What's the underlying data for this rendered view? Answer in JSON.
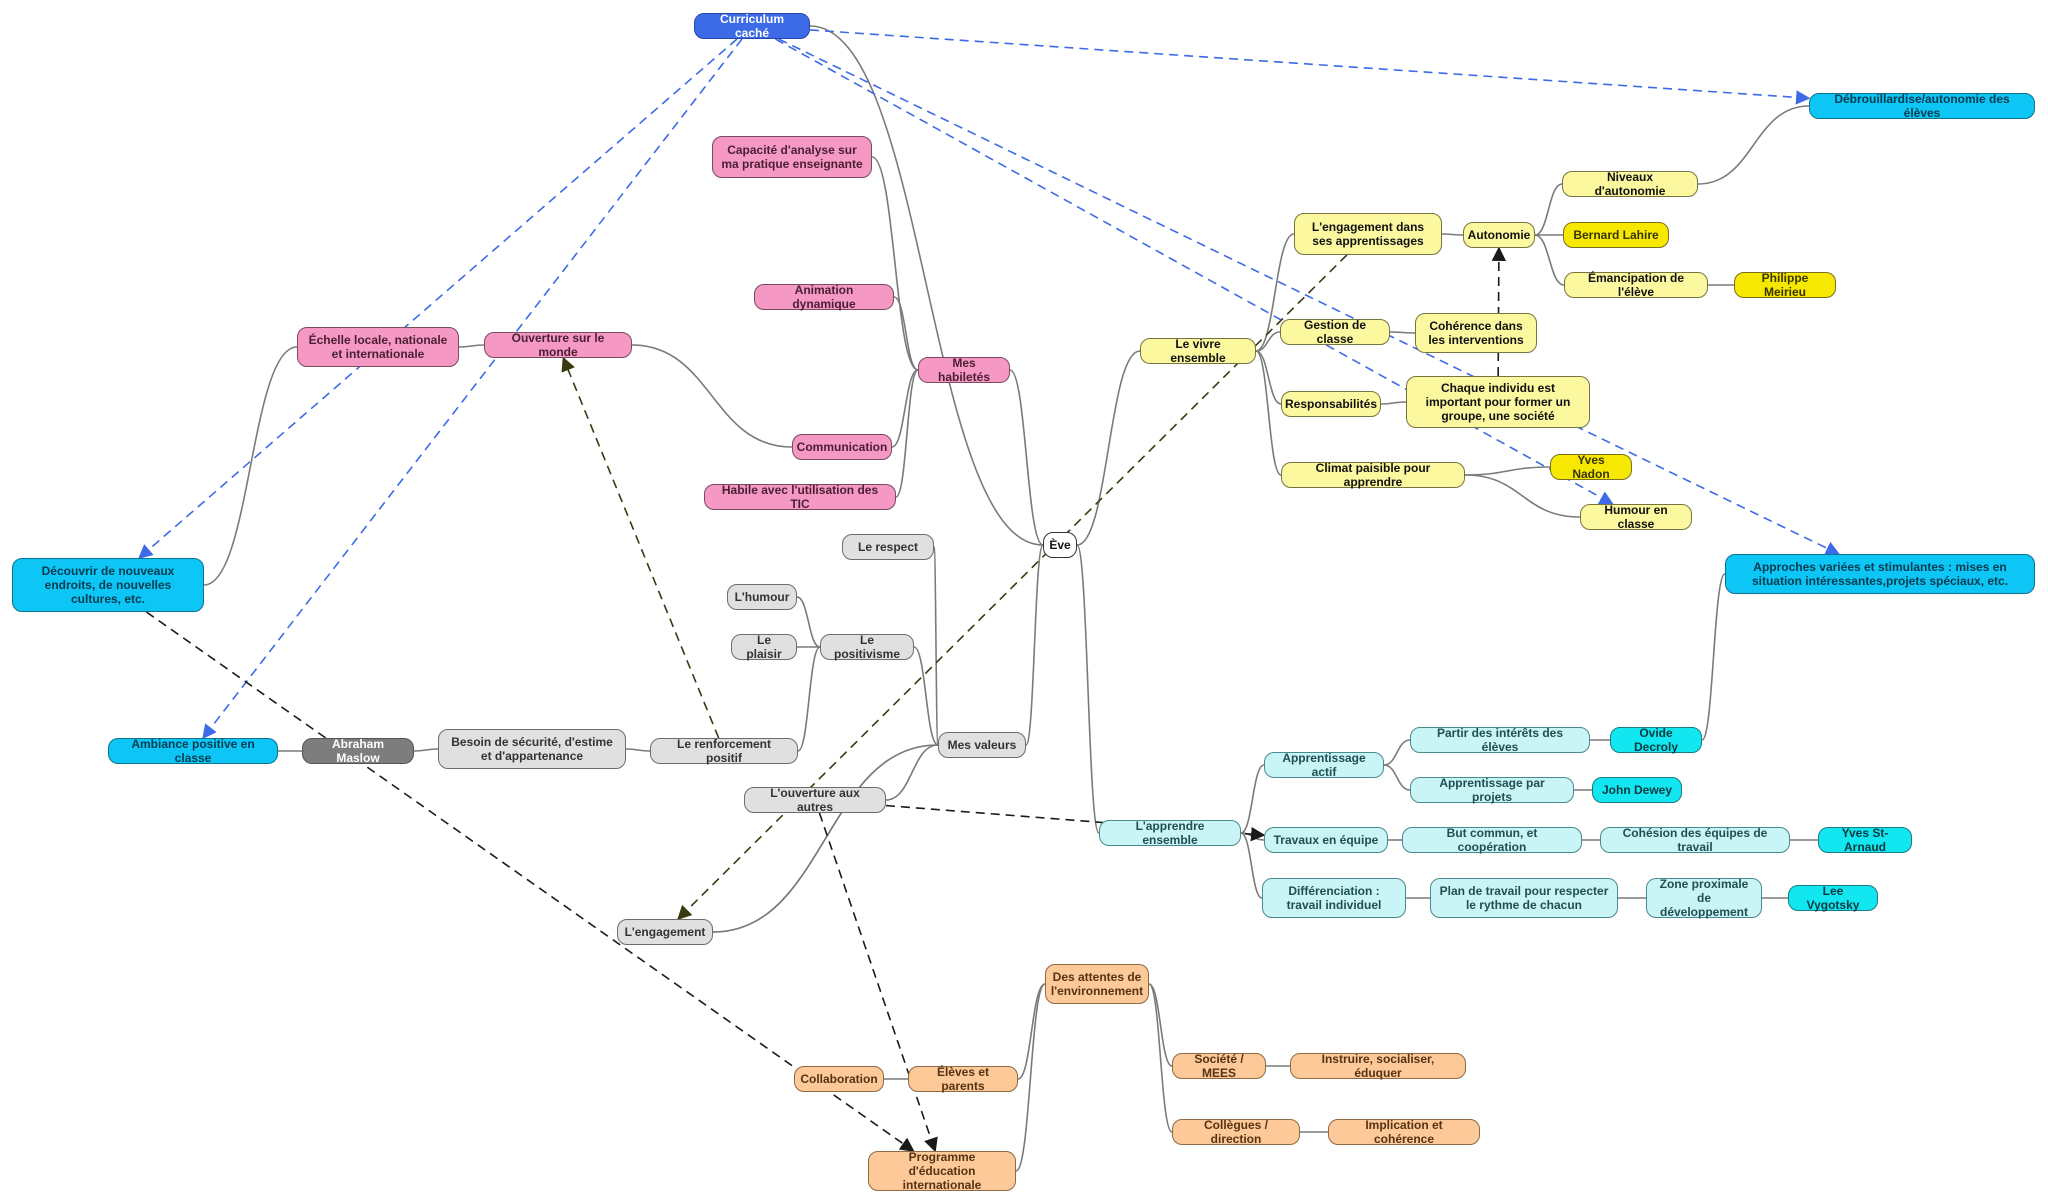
{
  "nodes": [
    {
      "id": "curriculum",
      "label": "Curriculum caché",
      "style": "blue"
    },
    {
      "id": "debrouillardise",
      "label": "Débrouillardise/autonomie des élèves",
      "style": "sky"
    },
    {
      "id": "capacite",
      "label": "Capacité d'analyse sur ma pratique enseignante",
      "style": "pink"
    },
    {
      "id": "animation",
      "label": "Animation dynamique",
      "style": "pink"
    },
    {
      "id": "mes_habiletes",
      "label": "Mes habiletés",
      "style": "pink"
    },
    {
      "id": "communication",
      "label": "Communication",
      "style": "pink"
    },
    {
      "id": "habile_tic",
      "label": "Habile avec l'utilisation  des TIC",
      "style": "pink"
    },
    {
      "id": "ouverture_monde",
      "label": "Ouverture sur le monde",
      "style": "pink"
    },
    {
      "id": "echelle",
      "label": "Échelle locale, nationale et internationale",
      "style": "pink"
    },
    {
      "id": "decouvrir",
      "label": "Découvrir de nouveaux endroits, de nouvelles cultures, etc.",
      "style": "sky"
    },
    {
      "id": "ambiance",
      "label": "Ambiance positive en classe",
      "style": "sky"
    },
    {
      "id": "maslow",
      "label": "Abraham Maslow",
      "style": "darkgray"
    },
    {
      "id": "besoin",
      "label": "Besoin  de sécurité, d'estime et d'appartenance",
      "style": "gray"
    },
    {
      "id": "renforcement",
      "label": "Le renforcement positif",
      "style": "gray"
    },
    {
      "id": "respect",
      "label": "Le respect",
      "style": "gray"
    },
    {
      "id": "humour",
      "label": "L'humour",
      "style": "gray"
    },
    {
      "id": "plaisir",
      "label": "Le plaisir",
      "style": "gray"
    },
    {
      "id": "positivisme",
      "label": "Le positivisme",
      "style": "gray"
    },
    {
      "id": "mes_valeurs",
      "label": "Mes valeurs",
      "style": "gray"
    },
    {
      "id": "ouverture_autres",
      "label": "L'ouverture aux autres",
      "style": "gray"
    },
    {
      "id": "engagement",
      "label": "L'engagement",
      "style": "gray"
    },
    {
      "id": "eve",
      "label": "Ève",
      "style": "white"
    },
    {
      "id": "vivre_ensemble",
      "label": "Le vivre ensemble",
      "style": "yellow"
    },
    {
      "id": "engagement_app",
      "label": "L'engagement dans ses apprentissages",
      "style": "yellow"
    },
    {
      "id": "gestion_classe",
      "label": "Gestion de classe",
      "style": "yellow"
    },
    {
      "id": "responsabilites",
      "label": "Responsabilités",
      "style": "yellow"
    },
    {
      "id": "climat",
      "label": "Climat paisible pour apprendre",
      "style": "yellow"
    },
    {
      "id": "autonomie",
      "label": "Autonomie",
      "style": "yellow"
    },
    {
      "id": "niveaux_auto",
      "label": "Niveaux d'autonomie",
      "style": "yellow"
    },
    {
      "id": "emancipation",
      "label": "Émancipation de l'élève",
      "style": "yellow"
    },
    {
      "id": "lahire",
      "label": "Bernard Lahire",
      "style": "yellowd"
    },
    {
      "id": "meirieu",
      "label": "Philippe Meirieu",
      "style": "yellowd"
    },
    {
      "id": "coherence_interv",
      "label": "Cohérence dans les interventions",
      "style": "yellow"
    },
    {
      "id": "chaque_individu",
      "label": "Chaque individu est important pour former un groupe, une société",
      "style": "yellow"
    },
    {
      "id": "nadon",
      "label": "Yves Nadon",
      "style": "yellowd"
    },
    {
      "id": "humour_classe",
      "label": "Humour en classe",
      "style": "yellow"
    },
    {
      "id": "approches",
      "label": "Approches variées et stimulantes : mises en situation intéressantes,projets spéciaux, etc.",
      "style": "sky"
    },
    {
      "id": "apprendre_ensemble",
      "label": "L'apprendre ensemble",
      "style": "cyanl"
    },
    {
      "id": "apprentissage_actif",
      "label": "Apprentissage actif",
      "style": "cyanl"
    },
    {
      "id": "partir_interets",
      "label": "Partir des intérêts des élèves",
      "style": "cyanl"
    },
    {
      "id": "decroly",
      "label": "Ovide Decroly",
      "style": "cyan"
    },
    {
      "id": "app_projets",
      "label": "Apprentissage par projets",
      "style": "cyanl"
    },
    {
      "id": "dewey",
      "label": "John Dewey",
      "style": "cyan"
    },
    {
      "id": "travaux_equipe",
      "label": "Travaux en équipe",
      "style": "cyanl"
    },
    {
      "id": "but_commun",
      "label": "But commun, et coopération",
      "style": "cyanl"
    },
    {
      "id": "cohesion",
      "label": "Cohésion des équipes de travail",
      "style": "cyanl"
    },
    {
      "id": "starnaud",
      "label": "Yves St-Arnaud",
      "style": "cyan"
    },
    {
      "id": "differenciation",
      "label": "Différenciation : travail individuel",
      "style": "cyanl"
    },
    {
      "id": "plan_travail",
      "label": "Plan de travail pour respecter le rythme de chacun",
      "style": "cyanl"
    },
    {
      "id": "zone_proximale",
      "label": "Zone proximale de développement",
      "style": "cyanl"
    },
    {
      "id": "vygotsky",
      "label": "Lee Vygotsky",
      "style": "cyan"
    },
    {
      "id": "attentes",
      "label": "Des attentes de l'environnement",
      "style": "orange"
    },
    {
      "id": "collaboration",
      "label": "Collaboration",
      "style": "orange"
    },
    {
      "id": "eleves_parents",
      "label": "Élèves et parents",
      "style": "orange"
    },
    {
      "id": "societe_mees",
      "label": "Société / MEES",
      "style": "orange"
    },
    {
      "id": "instruire",
      "label": "Instruire, socialiser, éduquer",
      "style": "orange"
    },
    {
      "id": "collegues",
      "label": "Collègues / direction",
      "style": "orange"
    },
    {
      "id": "implication",
      "label": "Implication et cohérence",
      "style": "orange"
    },
    {
      "id": "programme",
      "label": "Programme d'éducation internationale",
      "style": "orange"
    }
  ],
  "links": [
    {
      "from": "eve",
      "to": "curriculum",
      "kind": "tree"
    },
    {
      "from": "eve",
      "to": "mes_habiletes",
      "kind": "tree"
    },
    {
      "from": "eve",
      "to": "mes_valeurs",
      "kind": "tree"
    },
    {
      "from": "eve",
      "to": "vivre_ensemble",
      "kind": "tree"
    },
    {
      "from": "eve",
      "to": "apprendre_ensemble",
      "kind": "tree"
    },
    {
      "from": "mes_habiletes",
      "to": "capacite",
      "kind": "tree"
    },
    {
      "from": "mes_habiletes",
      "to": "animation",
      "kind": "tree"
    },
    {
      "from": "mes_habiletes",
      "to": "communication",
      "kind": "tree"
    },
    {
      "from": "mes_habiletes",
      "to": "habile_tic",
      "kind": "tree"
    },
    {
      "from": "communication",
      "to": "ouverture_monde",
      "kind": "tree"
    },
    {
      "from": "ouverture_monde",
      "to": "echelle",
      "kind": "tree"
    },
    {
      "from": "echelle",
      "to": "decouvrir",
      "kind": "tree"
    },
    {
      "from": "mes_valeurs",
      "to": "respect",
      "kind": "tree"
    },
    {
      "from": "mes_valeurs",
      "to": "positivisme",
      "kind": "tree"
    },
    {
      "from": "mes_valeurs",
      "to": "ouverture_autres",
      "kind": "tree"
    },
    {
      "from": "mes_valeurs",
      "to": "engagement",
      "kind": "tree"
    },
    {
      "from": "positivisme",
      "to": "humour",
      "kind": "tree"
    },
    {
      "from": "positivisme",
      "to": "plaisir",
      "kind": "tree"
    },
    {
      "from": "positivisme",
      "to": "renforcement",
      "kind": "tree"
    },
    {
      "from": "renforcement",
      "to": "besoin",
      "kind": "tree"
    },
    {
      "from": "besoin",
      "to": "maslow",
      "kind": "tree"
    },
    {
      "from": "maslow",
      "to": "ambiance",
      "kind": "tree"
    },
    {
      "from": "vivre_ensemble",
      "to": "engagement_app",
      "kind": "tree"
    },
    {
      "from": "vivre_ensemble",
      "to": "gestion_classe",
      "kind": "tree"
    },
    {
      "from": "vivre_ensemble",
      "to": "responsabilites",
      "kind": "tree"
    },
    {
      "from": "vivre_ensemble",
      "to": "climat",
      "kind": "tree"
    },
    {
      "from": "engagement_app",
      "to": "autonomie",
      "kind": "tree"
    },
    {
      "from": "autonomie",
      "to": "niveaux_auto",
      "kind": "tree"
    },
    {
      "from": "autonomie",
      "to": "lahire",
      "kind": "tree"
    },
    {
      "from": "autonomie",
      "to": "emancipation",
      "kind": "tree"
    },
    {
      "from": "emancipation",
      "to": "meirieu",
      "kind": "tree"
    },
    {
      "from": "niveaux_auto",
      "to": "debrouillardise",
      "kind": "tree"
    },
    {
      "from": "gestion_classe",
      "to": "coherence_interv",
      "kind": "tree"
    },
    {
      "from": "responsabilites",
      "to": "chaque_individu",
      "kind": "tree"
    },
    {
      "from": "climat",
      "to": "nadon",
      "kind": "tree"
    },
    {
      "from": "climat",
      "to": "humour_classe",
      "kind": "tree"
    },
    {
      "from": "apprendre_ensemble",
      "to": "apprentissage_actif",
      "kind": "tree"
    },
    {
      "from": "apprendre_ensemble",
      "to": "travaux_equipe",
      "kind": "tree"
    },
    {
      "from": "apprendre_ensemble",
      "to": "differenciation",
      "kind": "tree"
    },
    {
      "from": "apprentissage_actif",
      "to": "partir_interets",
      "kind": "tree"
    },
    {
      "from": "apprentissage_actif",
      "to": "app_projets",
      "kind": "tree"
    },
    {
      "from": "partir_interets",
      "to": "decroly",
      "kind": "tree"
    },
    {
      "from": "decroly",
      "to": "approches",
      "kind": "tree"
    },
    {
      "from": "app_projets",
      "to": "dewey",
      "kind": "tree"
    },
    {
      "from": "travaux_equipe",
      "to": "but_commun",
      "kind": "tree"
    },
    {
      "from": "but_commun",
      "to": "cohesion",
      "kind": "tree"
    },
    {
      "from": "cohesion",
      "to": "starnaud",
      "kind": "tree"
    },
    {
      "from": "differenciation",
      "to": "plan_travail",
      "kind": "tree"
    },
    {
      "from": "plan_travail",
      "to": "zone_proximale",
      "kind": "tree"
    },
    {
      "from": "zone_proximale",
      "to": "vygotsky",
      "kind": "tree"
    },
    {
      "from": "engagement",
      "to": "mes_valeurs",
      "kind": "tree"
    },
    {
      "from": "attentes",
      "to": "eleves_parents",
      "kind": "tree"
    },
    {
      "from": "attentes",
      "to": "societe_mees",
      "kind": "tree"
    },
    {
      "from": "attentes",
      "to": "collegues",
      "kind": "tree"
    },
    {
      "from": "attentes",
      "to": "programme",
      "kind": "tree"
    },
    {
      "from": "eleves_parents",
      "to": "collaboration",
      "kind": "tree"
    },
    {
      "from": "societe_mees",
      "to": "instruire",
      "kind": "tree"
    },
    {
      "from": "collegues",
      "to": "implication",
      "kind": "tree"
    },
    {
      "from": "curriculum",
      "to": "debrouillardise",
      "kind": "blue"
    },
    {
      "from": "curriculum",
      "to": "decouvrir",
      "kind": "blue"
    },
    {
      "from": "curriculum",
      "to": "ambiance",
      "kind": "blue"
    },
    {
      "from": "curriculum",
      "to": "humour_classe",
      "kind": "blue"
    },
    {
      "from": "curriculum",
      "to": "approches",
      "kind": "blue"
    },
    {
      "from": "decouvrir",
      "to": "programme",
      "kind": "black"
    },
    {
      "from": "ouverture_autres",
      "to": "travaux_equipe",
      "kind": "black"
    },
    {
      "from": "ouverture_autres",
      "to": "programme",
      "kind": "black"
    },
    {
      "from": "chaque_individu",
      "to": "autonomie",
      "kind": "black"
    },
    {
      "from": "renforcement",
      "to": "ouverture_monde",
      "kind": "olive"
    },
    {
      "from": "engagement_app",
      "to": "engagement",
      "kind": "olive"
    }
  ],
  "colors": {
    "tree_line": "#7a7a7a",
    "blue_dash": "#3d6be8",
    "black_dash": "#1a1a1a",
    "olive_dash": "#3a3a10"
  }
}
